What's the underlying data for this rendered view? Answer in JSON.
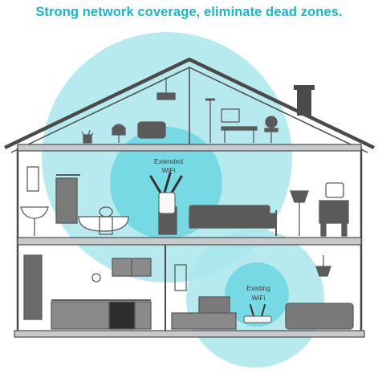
{
  "headline": "Strong network coverage, eliminate dead zones.",
  "extended": {
    "line1": "Extended",
    "line2": "WiFi"
  },
  "existing": {
    "line1": "Existing",
    "line2": "WiFi"
  },
  "colors": {
    "headline": "#1fb3c9",
    "coverage": "#4fd0dd",
    "house": "#4a4a4a",
    "furniture": "#5a5a5a",
    "floor": "#b9bdbf"
  },
  "icons": [
    "house-outline-icon",
    "extender-device-icon",
    "router-device-icon",
    "chimney-icon"
  ]
}
